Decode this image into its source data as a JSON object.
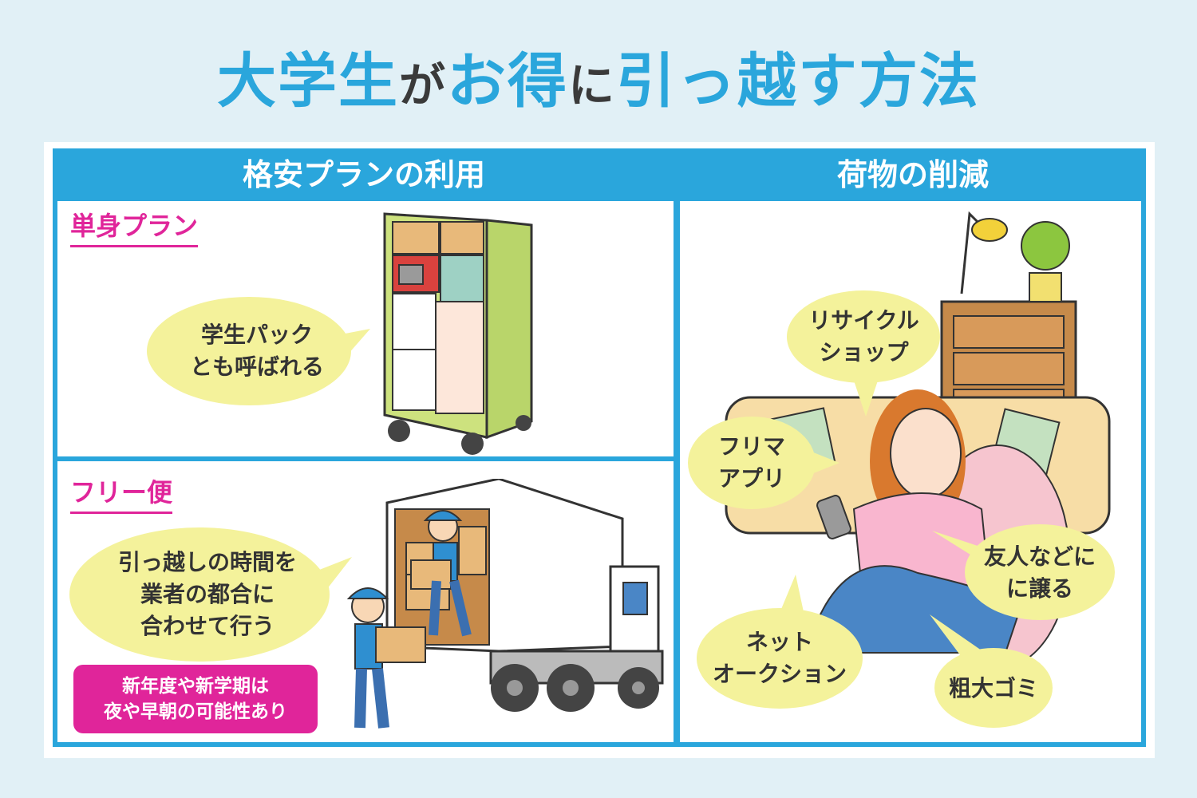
{
  "title": {
    "part1": "大学生",
    "part2": "が",
    "part3": "お得",
    "part4": "に",
    "part5": "引っ越す方法"
  },
  "left": {
    "header": "格安プランの利用",
    "single": {
      "label": "単身プラン",
      "bubble": [
        "学生パック",
        "とも呼ばれる"
      ]
    },
    "free": {
      "label": "フリー便",
      "bubble": [
        "引っ越しの時間を",
        "業者の都合に",
        "合わせて行う"
      ],
      "note": [
        "新年度や新学期は",
        "夜や早朝の可能性あり"
      ]
    }
  },
  "right": {
    "header": "荷物の削減",
    "bubbles": {
      "recycle": [
        "リサイクル",
        "ショップ"
      ],
      "flea": [
        "フリマ",
        "アプリ"
      ],
      "friends": [
        "友人などに",
        "に譲る"
      ],
      "auction": [
        "ネット",
        "オークション"
      ],
      "garbage": [
        "粗大ゴミ"
      ]
    }
  },
  "colors": {
    "blue": "#2aa6dc",
    "pink": "#e0259a",
    "bubble": "#f4f29b"
  }
}
